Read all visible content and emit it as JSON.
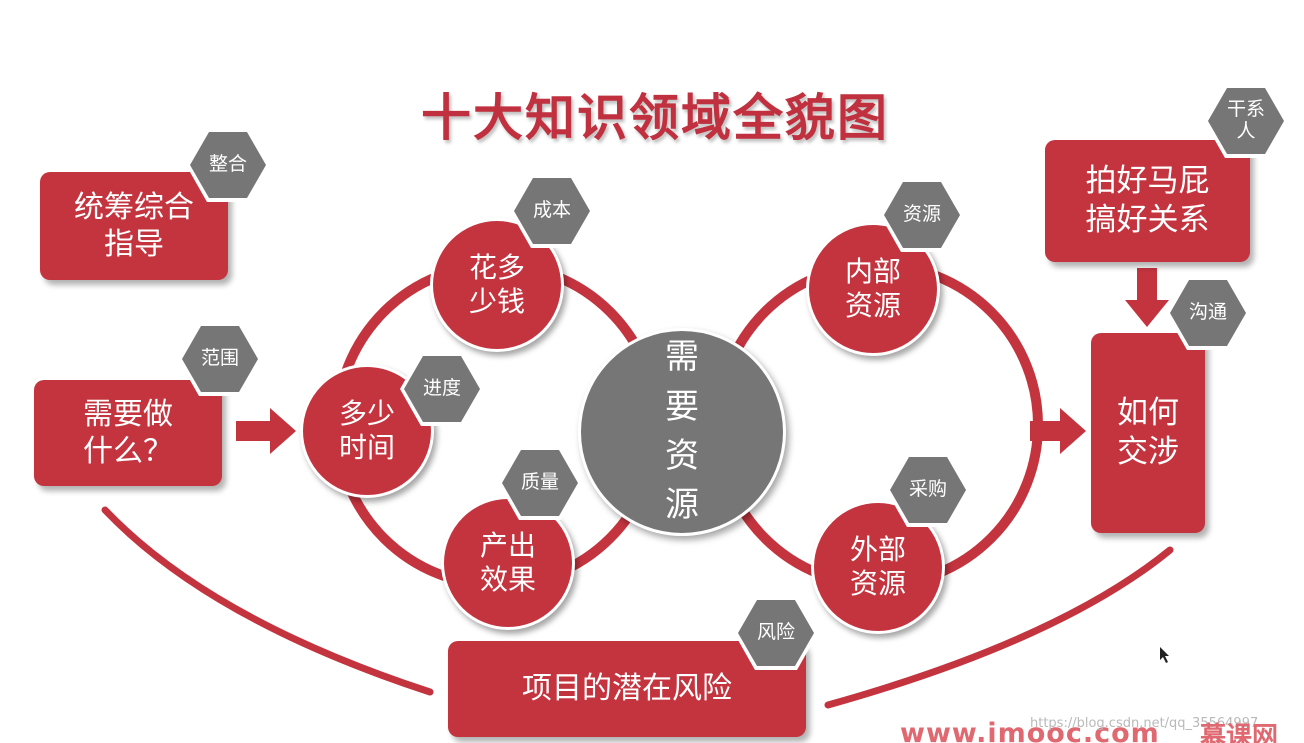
{
  "title": "十大知识领域全貌图",
  "center": {
    "label": "需要资源",
    "chars": [
      "需",
      "要",
      "资",
      "源"
    ]
  },
  "boxes": {
    "integration": {
      "label": "统筹综合\n指导",
      "tag": "整合"
    },
    "scope": {
      "label": "需要做\n什么？",
      "tag": "范围"
    },
    "stakeholders": {
      "label": "拍好马屁\n搞好关系",
      "tag": "干系\n人"
    },
    "communication": {
      "label": "如何\n交涉",
      "tag": "沟通"
    },
    "risk": {
      "label": "项目的潜在风险",
      "tag": "风险"
    }
  },
  "circles": {
    "cost": {
      "label": "花多\n少钱",
      "tag": "成本"
    },
    "schedule": {
      "label": "多少\n时间",
      "tag": "进度"
    },
    "quality": {
      "label": "产出\n效果",
      "tag": "质量"
    },
    "resources": {
      "label": "内部\n资源",
      "tag": "资源"
    },
    "procurement": {
      "label": "外部\n资源",
      "tag": "采购"
    }
  },
  "footer": {
    "url": "www.imooc.com",
    "watermark": "https://blog.csdn.net/qq_35564997",
    "logo": "慕课网"
  },
  "colors": {
    "primary": "#c4343f",
    "gray": "#767676",
    "title": "#c0303e"
  }
}
